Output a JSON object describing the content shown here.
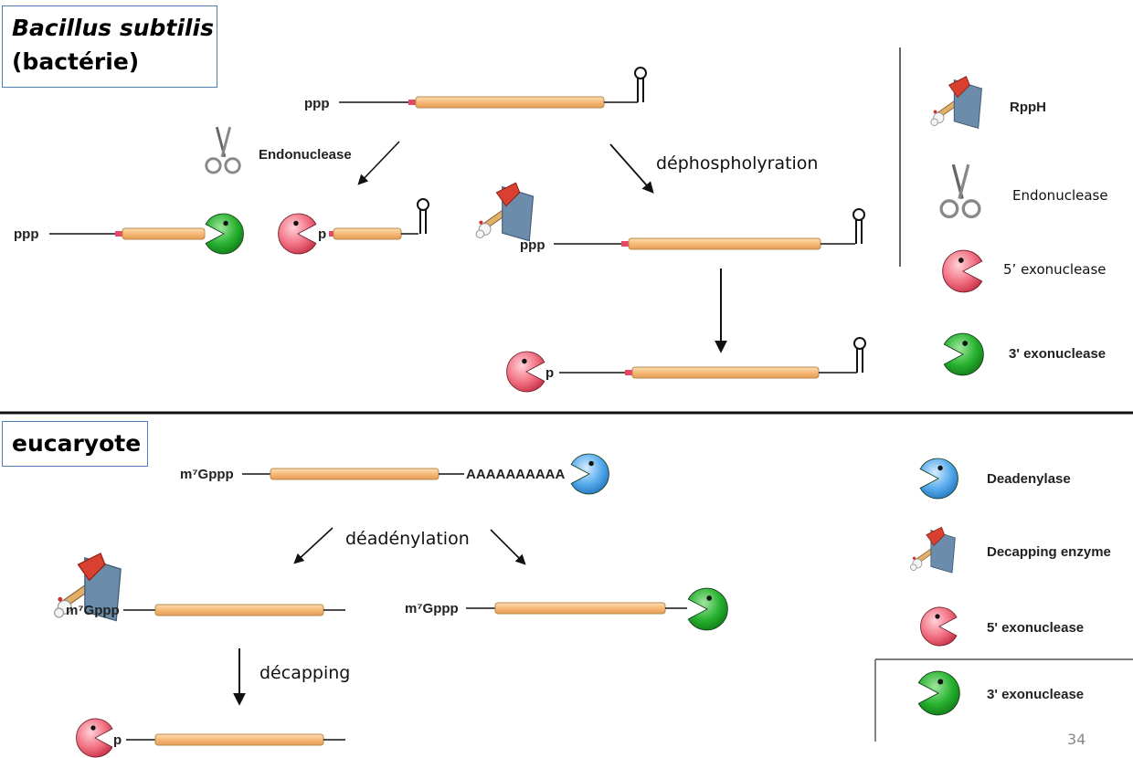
{
  "top_section": {
    "title_line1": "Bacillus subtilis",
    "title_line2": "(bactérie)",
    "labels": {
      "ppp": "ppp",
      "p": "p",
      "endonuclease_step": "Endonuclease",
      "dephospho_step": "déphospholyration"
    },
    "legend": {
      "rpph": "RppH",
      "endonuclease": "Endonuclease",
      "exo5": "5’ exonuclease",
      "exo3": "3' exonuclease"
    }
  },
  "bottom_section": {
    "title": "eucaryote",
    "labels": {
      "m7gppp": "m⁷Gppp",
      "polya": "AAAAAAAAAA",
      "p": "p",
      "deadenylation_step": "déadénylation",
      "decapping_step": "décapping"
    },
    "legend": {
      "deadenylase": "Deadenylase",
      "decapping": "Decapping enzyme",
      "exo5": "5' exonuclease",
      "exo3": "3' exonuclease"
    }
  },
  "page_number": "34",
  "colors": {
    "rna_body": "#f6c186",
    "rna_outline": "#b98a4c",
    "exo3_green": "#22a52a",
    "exo5_pink": "#ef6c7d",
    "deadenylase_blue": "#4ea3e6",
    "axe_blade": "#6688a8",
    "axe_head": "#d94035",
    "box_border": "#4f7fb8"
  }
}
